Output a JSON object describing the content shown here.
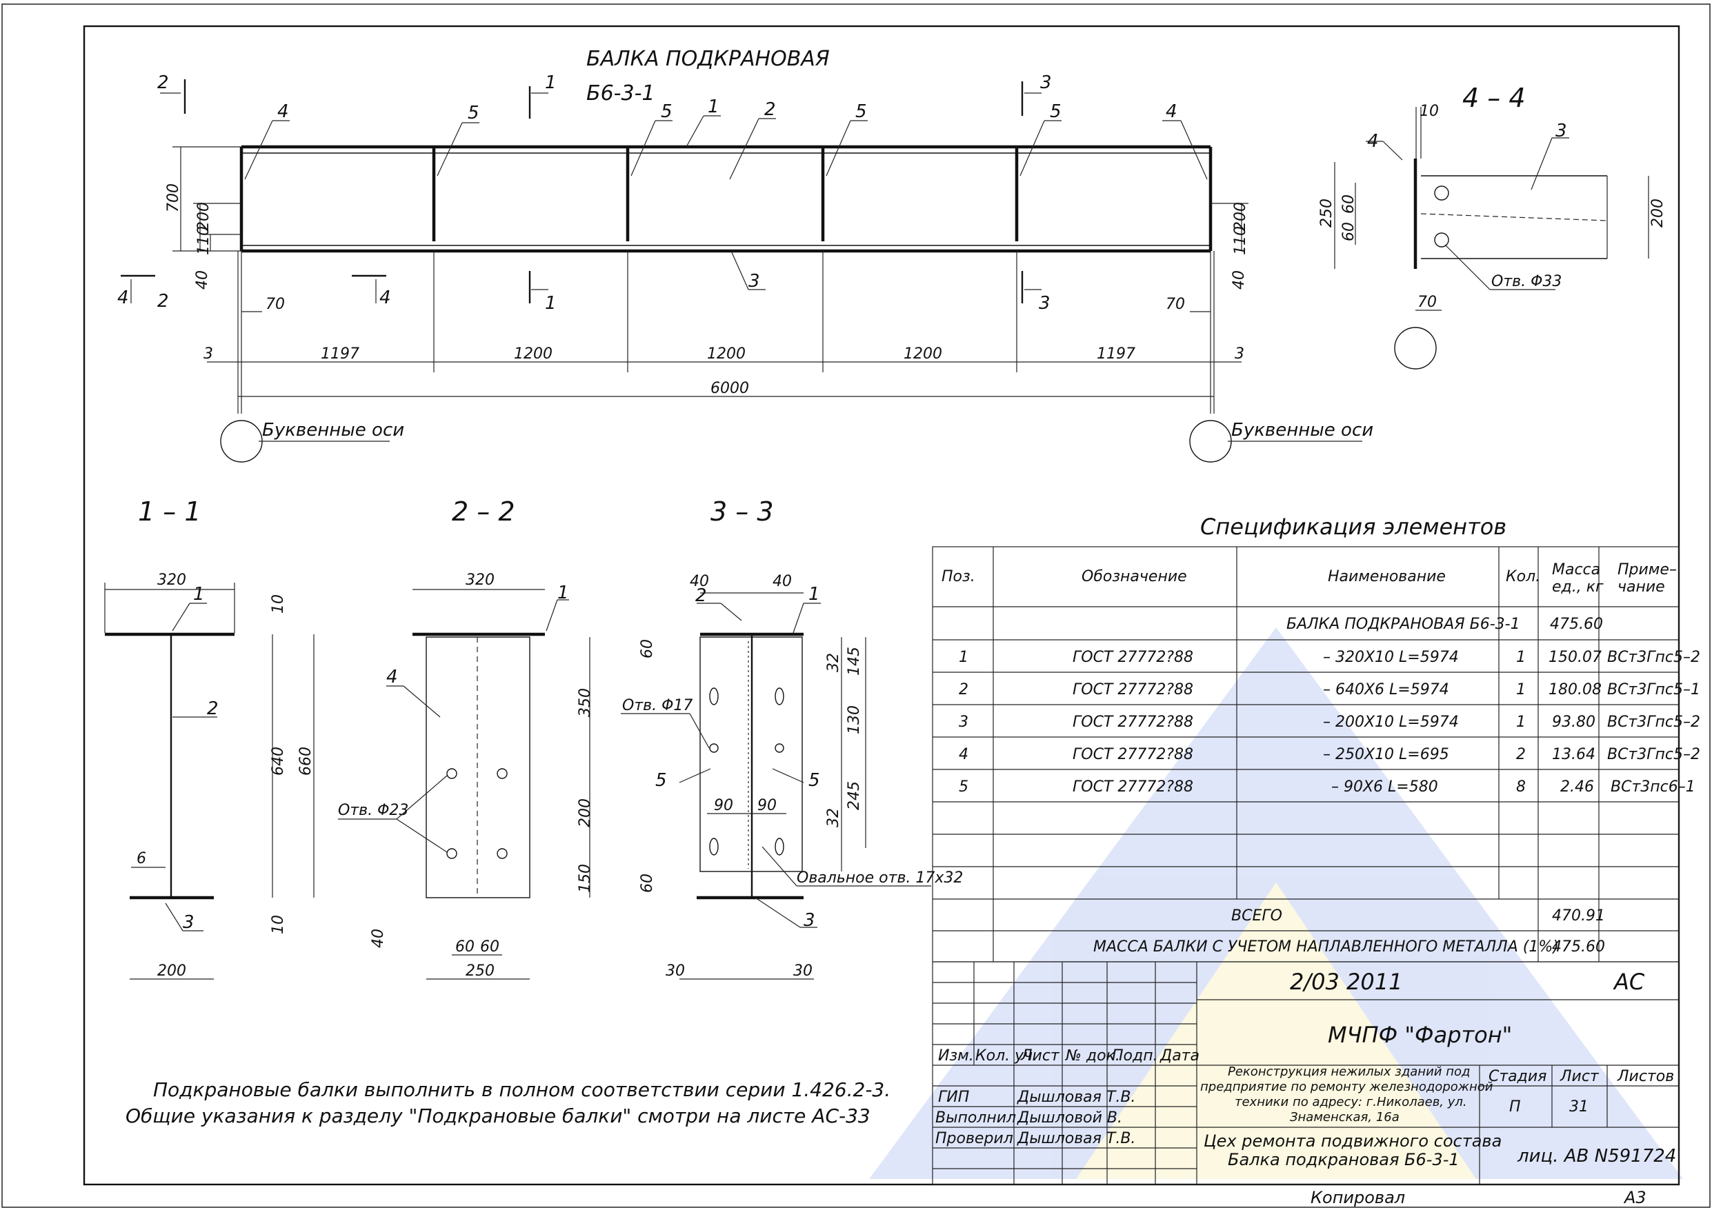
{
  "drawing": {
    "title_line1": "БАЛКА ПОДКРАНОВАЯ",
    "title_line2": "Б6-3-1",
    "elevation_dims": {
      "h700": "700",
      "h200": "200",
      "h110": "110",
      "h40": "40",
      "end70": "70",
      "spans": [
        "3",
        "1197",
        "1200",
        "1200",
        "1200",
        "1197",
        "3"
      ],
      "total": "6000"
    },
    "section_markers": [
      "1",
      "2",
      "3",
      "4",
      "5"
    ],
    "axis_label": "Буквенные оси",
    "section_titles": [
      "1 – 1",
      "2 – 2",
      "3 – 3",
      "4 – 4"
    ],
    "section_1_1": {
      "w320": "320",
      "w200": "200",
      "t10a": "10",
      "t10b": "10",
      "h640": "640",
      "h660": "660",
      "tw6": "6"
    },
    "section_2_2": {
      "w320": "320",
      "w250": "250",
      "h350": "350",
      "h200": "200",
      "h150": "150",
      "d40": "40",
      "d60a": "60",
      "d60b": "60",
      "hole": "Отв. Φ23"
    },
    "section_3_3": {
      "d40a": "40",
      "d40b": "40",
      "d60a": "60",
      "d60b": "60",
      "d145": "145",
      "d32a": "32",
      "d130": "130",
      "d245": "245",
      "d32b": "32",
      "d90a": "90",
      "d90b": "90",
      "d30a": "30",
      "d30b": "30",
      "hole": "Отв. Φ17",
      "oval": "Овальное отв. 17х32"
    },
    "section_4_4": {
      "d10": "10",
      "d250": "250",
      "d60a": "60",
      "d60b": "60",
      "d200": "200",
      "d70": "70",
      "hole": "Отв. Φ33"
    }
  },
  "notes": {
    "line1": "Подкрановые балки выполнить в полном соответствии серии 1.426.2-3.",
    "line2": "Общие указания к разделу \"Подкрановые балки\" смотри на листе АС-33"
  },
  "spec": {
    "title": "Спецификация элементов",
    "headers": [
      "Поз.",
      "Обозначение",
      "Наименование",
      "Кол.",
      "Масса ед., кг",
      "Приме-чание"
    ],
    "header_mass": [
      "Масса",
      "ед., кг"
    ],
    "header_note": [
      "Приме–",
      "чание"
    ],
    "assembly": {
      "name": "БАЛКА ПОДКРАНОВАЯ  Б6-3-1",
      "mass": "475.60"
    },
    "rows": [
      {
        "pos": "1",
        "designation": "ГОСТ 27772?88",
        "name": "– 320Х10 L=5974",
        "qty": "1",
        "mass": "150.07",
        "note": "ВСт3Гпс5–2"
      },
      {
        "pos": "2",
        "designation": "ГОСТ 27772?88",
        "name": "– 640Х6  L=5974",
        "qty": "1",
        "mass": "180.08",
        "note": "ВСт3Гпс5–1"
      },
      {
        "pos": "3",
        "designation": "ГОСТ 27772?88",
        "name": "– 200Х10 L=5974",
        "qty": "1",
        "mass": "93.80",
        "note": "ВСт3Гпс5–2"
      },
      {
        "pos": "4",
        "designation": "ГОСТ 27772?88",
        "name": "– 250Х10 L=695",
        "qty": "2",
        "mass": "13.64",
        "note": "ВСт3Гпс5–2"
      },
      {
        "pos": "5",
        "designation": "ГОСТ 27772?88",
        "name": "– 90Х6  L=580",
        "qty": "8",
        "mass": "2.46",
        "note": "ВСт3пс6–1"
      }
    ],
    "total_label": "ВСЕГО",
    "total_mass": "470.91",
    "weld_label": "МАССА БАЛКИ С УЧЕТОМ НАПЛАВЛЕННОГО МЕТАЛЛА (1%)",
    "weld_mass": "475.60"
  },
  "title_block": {
    "code": "2/03 2011",
    "discipline": "АС",
    "company": "МЧПФ \"Фартон\"",
    "col_headers": [
      "Изм.",
      "Кол. уч.",
      "Лист",
      "№ док.",
      "Подп.",
      "Дата"
    ],
    "project_lines": [
      "Реконструкция нежилых зданий под",
      "предприятие по ремонту железнодорожной",
      "техники по адресу: г.Николаев, ул.",
      "Знаменская, 16а"
    ],
    "stage_header": "Стадия",
    "sheet_header": "Лист",
    "sheets_header": "Листов",
    "stage": "П",
    "sheet": "31",
    "roles": [
      {
        "role": "ГИП",
        "name": "Дышловая Т.В."
      },
      {
        "role": "Выполнил",
        "name": "Дышловой В."
      },
      {
        "role": "Проверил",
        "name": "Дышловая Т.В."
      }
    ],
    "object_line1": "Цех ремонта подвижного состава",
    "object_line2": "Балка подкрановая  Б6-3-1",
    "license": "лиц. АВ N591724"
  },
  "footer": {
    "copied": "Копировал",
    "format": "А3"
  }
}
